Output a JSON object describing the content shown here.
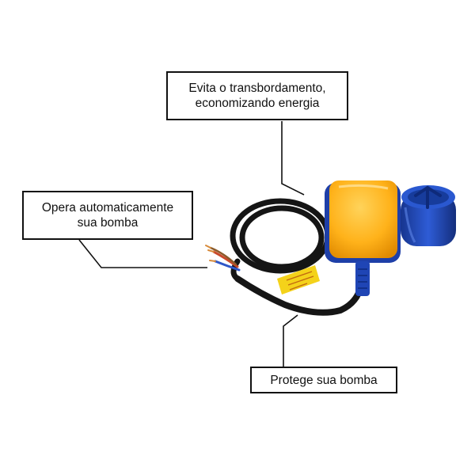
{
  "callouts": {
    "top": {
      "line1": "Evita o transbordamento,",
      "line2": "economizando energia"
    },
    "left": {
      "line1": "Opera automaticamente",
      "line2": "sua bomba"
    },
    "bottom": {
      "line1": "Protege sua bomba"
    }
  },
  "colors": {
    "float_body": "#FFB21A",
    "float_base": "#1E3FA8",
    "cable": "#151515",
    "wire_red": "#C94A2C",
    "wire_blue": "#2F57C8",
    "label_tag": "#F4D21A",
    "weight": "#1F45B5"
  },
  "icons": {
    "product": "float-switch-image",
    "weight": "counterweight-image"
  }
}
